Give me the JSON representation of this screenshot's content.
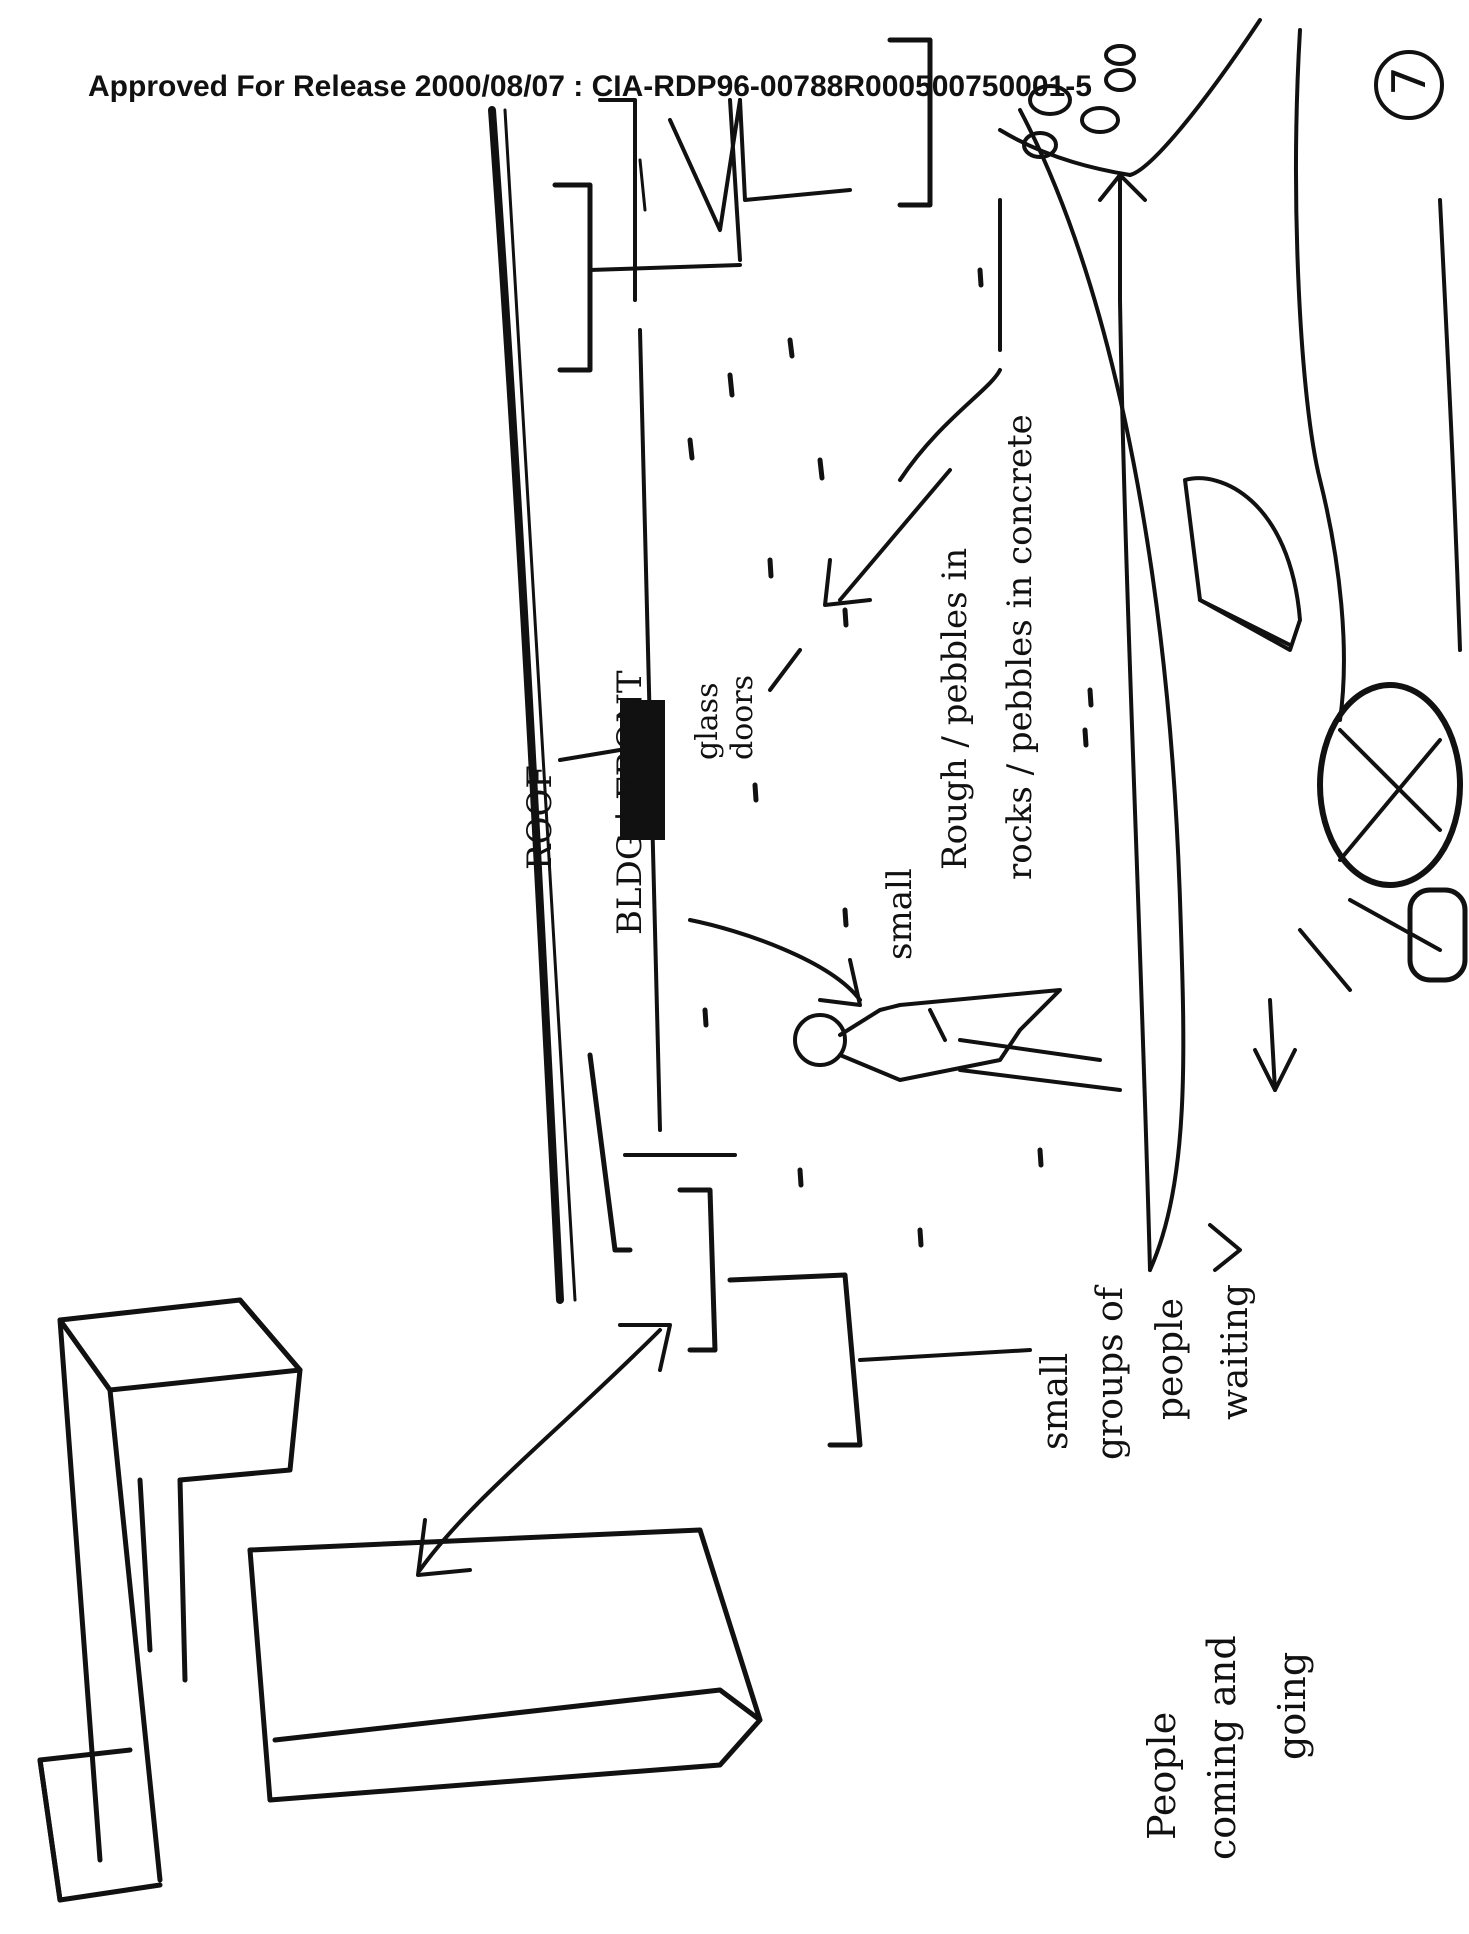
{
  "header": {
    "release_stamp": "Approved For Release 2000/08/07 : CIA-RDP96-00788R000500750001-5"
  },
  "page_number": "7",
  "labels": {
    "roof": "ROOF",
    "bldg_front": "BLDG | FRONT",
    "glass_doors_1": "glass",
    "glass_doors_2": "doors",
    "small_rough_1": "small",
    "small_rough_2": "Rough / pebbles in",
    "small_rough_3": "rocks / pebbles in concrete",
    "small_groups_1": "small",
    "small_groups_2": "groups of",
    "small_groups_3": "people",
    "small_groups_4": "waiting",
    "people_coming_1": "People",
    "people_coming_2": "coming and",
    "people_coming_3": "going"
  }
}
